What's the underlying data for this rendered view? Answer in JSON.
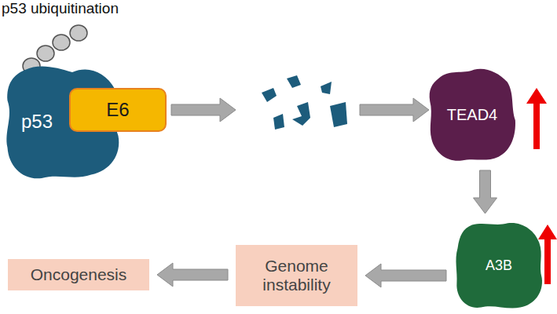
{
  "diagram": {
    "nodes": [
      {
        "text": [
          "p53"
        ]
      },
      {
        "text": [
          "E6"
        ]
      },
      {
        "text": [
          "TEAD4"
        ]
      },
      {
        "text": [
          "A3B"
        ]
      },
      {
        "text": [
          "Genome instability"
        ]
      },
      {
        "text": [
          "Oncogenesis"
        ]
      }
    ],
    "edges": [
      {
        "from": 2,
        "to": 3,
        "arrow": "to"
      },
      {
        "from": 3,
        "to": 4,
        "arrow": "to"
      },
      {
        "from": 4,
        "to": 5,
        "arrow": "to"
      }
    ],
    "labels": [
      "p53 ubiquitination"
    ]
  }
}
